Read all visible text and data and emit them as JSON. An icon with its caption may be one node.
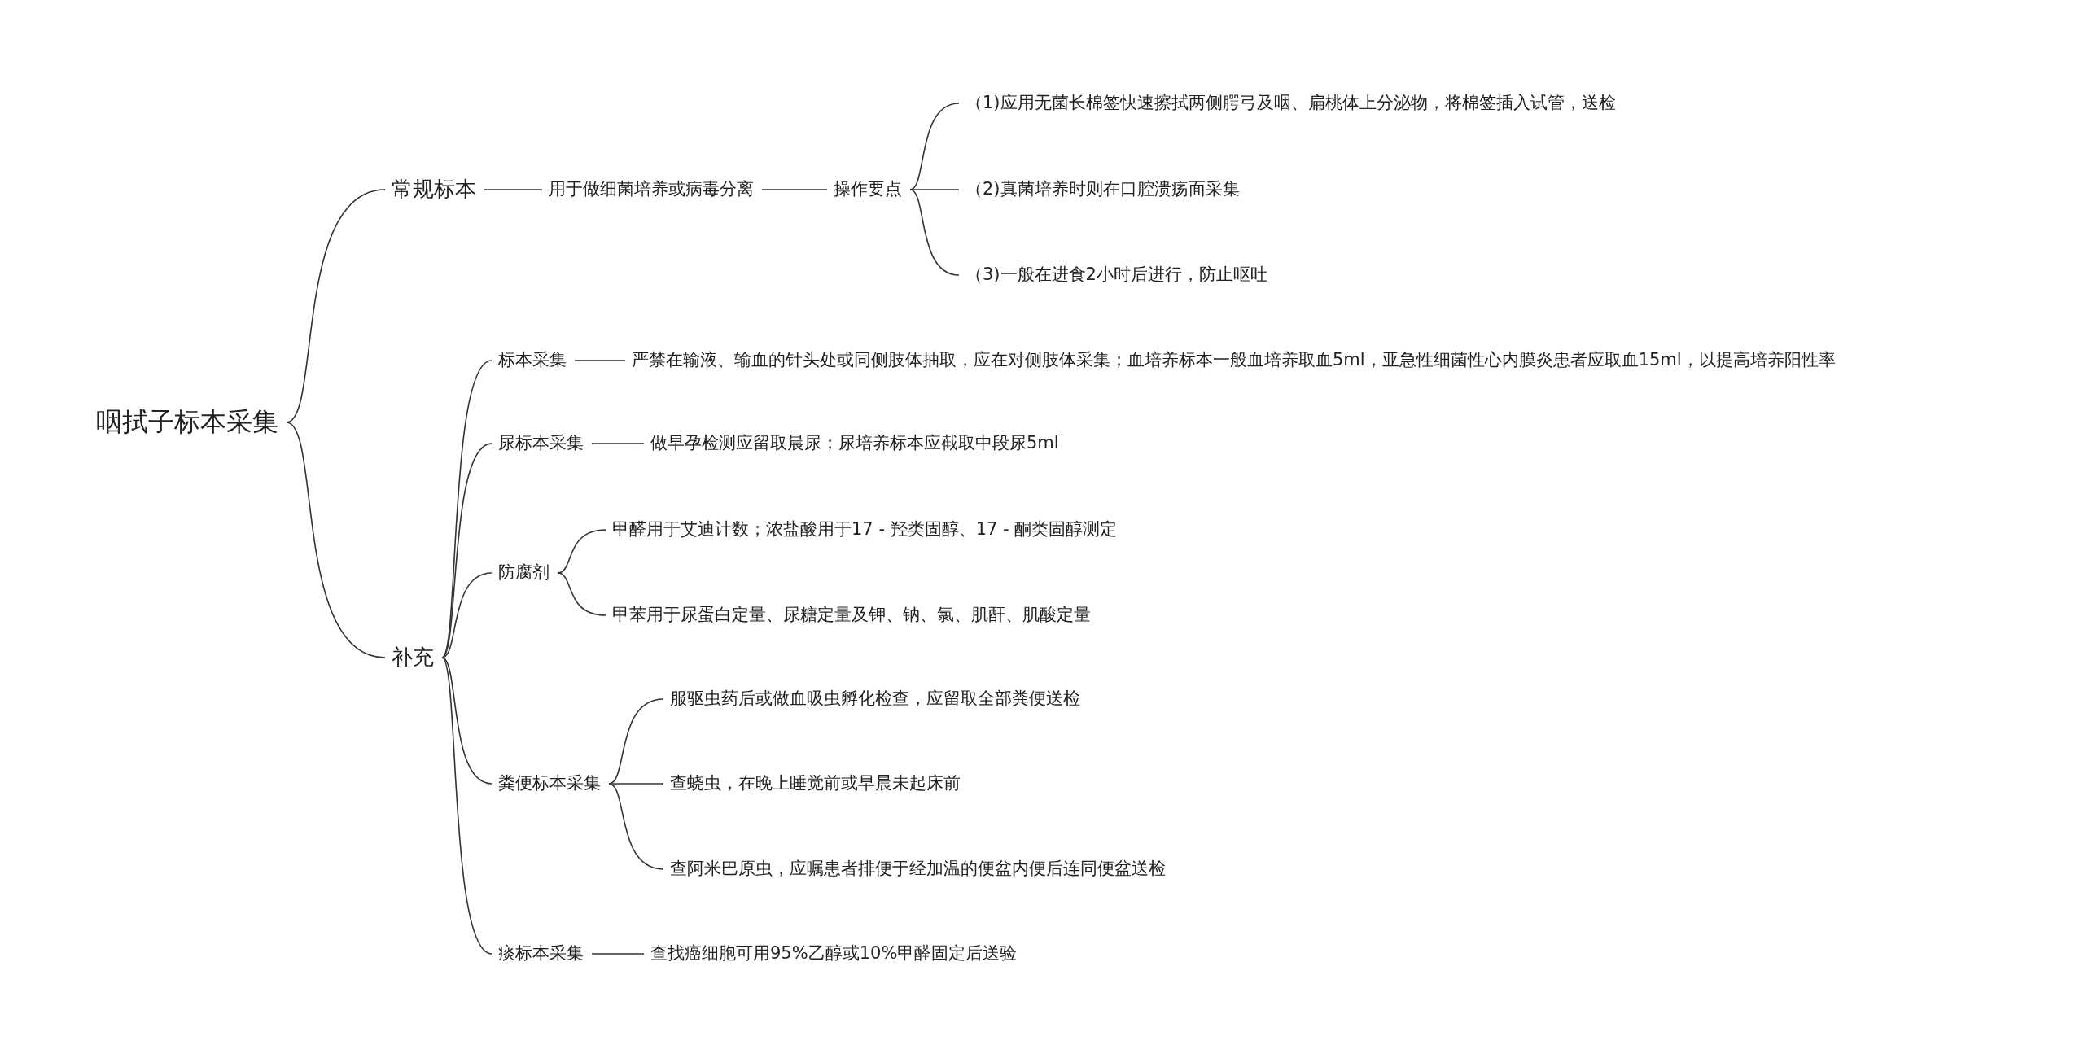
{
  "diagram": {
    "nodes": [
      {
        "text": [
          "咽拭子标本采集"
        ]
      },
      {
        "text": [
          "常规标本"
        ]
      },
      {
        "text": [
          "用于做细菌培养或病毒分离"
        ]
      },
      {
        "text": [
          "操作要点"
        ]
      },
      {
        "text": [
          "（1)应用无菌长棉签快速擦拭两侧腭弓及咽、扁桃体上分泌物，将棉签插入试管，送检"
        ]
      },
      {
        "text": [
          "（2)真菌培养时则在口腔溃疡面采集"
        ]
      },
      {
        "text": [
          "（3)一般在进食2小时后进行，防止呕吐"
        ]
      },
      {
        "text": [
          "补充"
        ]
      },
      {
        "text": [
          "标本采集"
        ]
      },
      {
        "text": [
          "严禁在输液、输血的针头处或同侧肢体抽取，应在对侧肢体采集；血培养标本一般血培养取血5ml，亚急性细菌性心内膜炎患者应取血15ml，以提高培养阳性率"
        ]
      },
      {
        "text": [
          "尿标本采集"
        ]
      },
      {
        "text": [
          "做早孕检测应留取晨尿；尿培养标本应截取中段尿5ml"
        ]
      },
      {
        "text": [
          "防腐剂"
        ]
      },
      {
        "text": [
          "甲醛用于艾迪计数；浓盐酸用于17 - 羟类固醇、17 - 酮类固醇测定"
        ]
      },
      {
        "text": [
          "甲苯用于尿蛋白定量、尿糖定量及钾、钠、氯、肌酐、肌酸定量"
        ]
      },
      {
        "text": [
          "粪便标本采集"
        ]
      },
      {
        "text": [
          "服驱虫药后或做血吸虫孵化检查，应留取全部粪便送检"
        ]
      },
      {
        "text": [
          "查蛲虫，在晚上睡觉前或早晨未起床前"
        ]
      },
      {
        "text": [
          "查阿米巴原虫，应嘱患者排便于经加温的便盆内便后连同便盆送检"
        ]
      },
      {
        "text": [
          "痰标本采集"
        ]
      },
      {
        "text": [
          "查找癌细胞可用95%乙醇或10%甲醛固定后送验"
        ]
      }
    ],
    "edges": [
      {
        "from": 0,
        "to": 1,
        "arrow": "none"
      },
      {
        "from": 1,
        "to": 2,
        "arrow": "none"
      },
      {
        "from": 2,
        "to": 3,
        "arrow": "none"
      },
      {
        "from": 3,
        "to": 4,
        "arrow": "none"
      },
      {
        "from": 3,
        "to": 5,
        "arrow": "none"
      },
      {
        "from": 3,
        "to": 6,
        "arrow": "none"
      },
      {
        "from": 0,
        "to": 7,
        "arrow": "none"
      },
      {
        "from": 7,
        "to": 8,
        "arrow": "none"
      },
      {
        "from": 8,
        "to": 9,
        "arrow": "none"
      },
      {
        "from": 7,
        "to": 10,
        "arrow": "none"
      },
      {
        "from": 10,
        "to": 11,
        "arrow": "none"
      },
      {
        "from": 7,
        "to": 12,
        "arrow": "none"
      },
      {
        "from": 12,
        "to": 13,
        "arrow": "none"
      },
      {
        "from": 12,
        "to": 14,
        "arrow": "none"
      },
      {
        "from": 7,
        "to": 15,
        "arrow": "none"
      },
      {
        "from": 15,
        "to": 16,
        "arrow": "none"
      },
      {
        "from": 15,
        "to": 17,
        "arrow": "none"
      },
      {
        "from": 15,
        "to": 18,
        "arrow": "none"
      },
      {
        "from": 7,
        "to": 19,
        "arrow": "none"
      },
      {
        "from": 19,
        "to": 20,
        "arrow": "none"
      }
    ]
  }
}
